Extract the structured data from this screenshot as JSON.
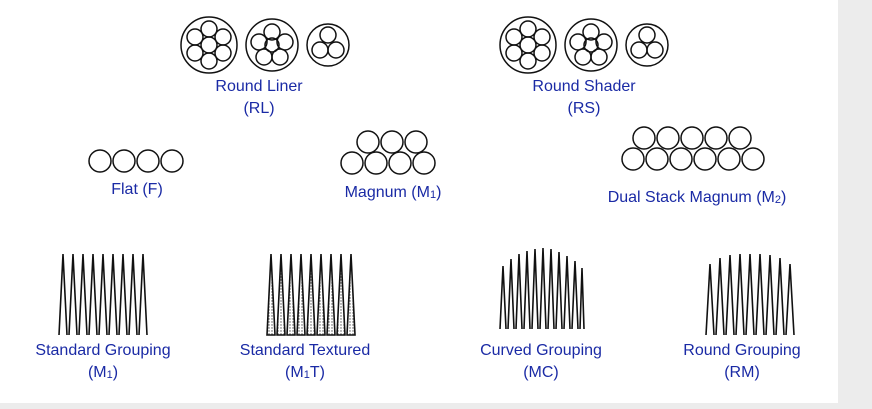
{
  "items": {
    "round_liner": {
      "line1": "Round Liner",
      "line2": "(RL)"
    },
    "round_shader": {
      "line1": "Round Shader",
      "line2": "(RS)"
    },
    "flat": {
      "line1": "Flat (F)"
    },
    "magnum": {
      "line1_pre": "Magnum (M",
      "line1_sub": "1",
      "line1_post": ")"
    },
    "dual_stack_magnum": {
      "line1_pre": "Dual Stack Magnum (M",
      "line1_sub": "2",
      "line1_post": ")"
    },
    "standard_grouping": {
      "line1": "Standard Grouping",
      "line2_pre": "(M",
      "line2_sub": "1",
      "line2_post": ")"
    },
    "standard_textured": {
      "line1": "Standard Textured",
      "line2_pre": "(M",
      "line2_sub": "1",
      "line2_post": "T)"
    },
    "curved_grouping": {
      "line1": "Curved Grouping",
      "line2": "(MC)"
    },
    "round_grouping": {
      "line1": "Round Grouping",
      "line2": "(RM)"
    }
  },
  "colors": {
    "label": "#1a2aa5",
    "outline": "#111111",
    "background": "#ffffff",
    "frame": "#ececec"
  }
}
